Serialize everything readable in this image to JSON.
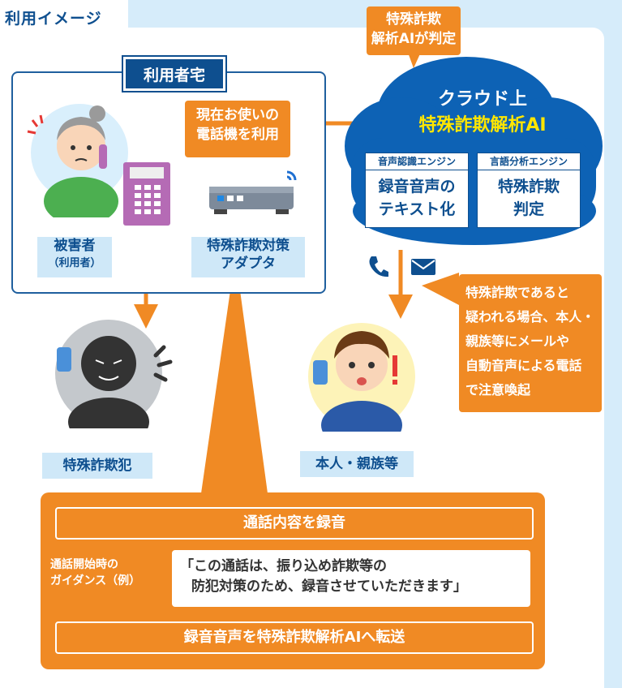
{
  "title": "利用イメージ",
  "house_label": "利用者宅",
  "ai_judge_bubble": [
    "特殊詐欺",
    "解析AIが判定"
  ],
  "phone_bubble": [
    "現在お使いの",
    "電話機を利用"
  ],
  "cloud": {
    "title_line1": "クラウド上",
    "title_line2": "特殊詐欺解析AI",
    "engines": [
      {
        "tab": "音声認識エンジン",
        "lines": [
          "録音音声の",
          "テキスト化"
        ]
      },
      {
        "tab": "言語分析エンジン",
        "lines": [
          "特殊詐欺",
          "判定"
        ]
      }
    ]
  },
  "victim_label": {
    "line1": "被害者",
    "line2": "（利用者）"
  },
  "adapter_label": [
    "特殊詐欺対策",
    "アダプタ"
  ],
  "alert_bubble": [
    "特殊詐欺であると",
    "疑われる場合、本人・",
    "親族等にメールや",
    "自動音声による電話",
    "で注意喚起"
  ],
  "scammer_label": "特殊詐欺犯",
  "relative_label": "本人・親族等",
  "bottom": {
    "record_bar": "通話内容を録音",
    "guidance_label": [
      "通話開始時の",
      "ガイダンス（例）"
    ],
    "guidance_text": [
      "「この通話は、振り込め詐欺等の",
      "防犯対策のため、録音させていただきます」"
    ],
    "transfer_bar": "録音音声を特殊詐欺解析AIへ転送"
  },
  "colors": {
    "navy": "#0e4f8f",
    "cloud_blue": "#0d62b5",
    "orange": "#f08a24",
    "light_blue": "#cfe8f8",
    "yellow": "#ffe600"
  }
}
